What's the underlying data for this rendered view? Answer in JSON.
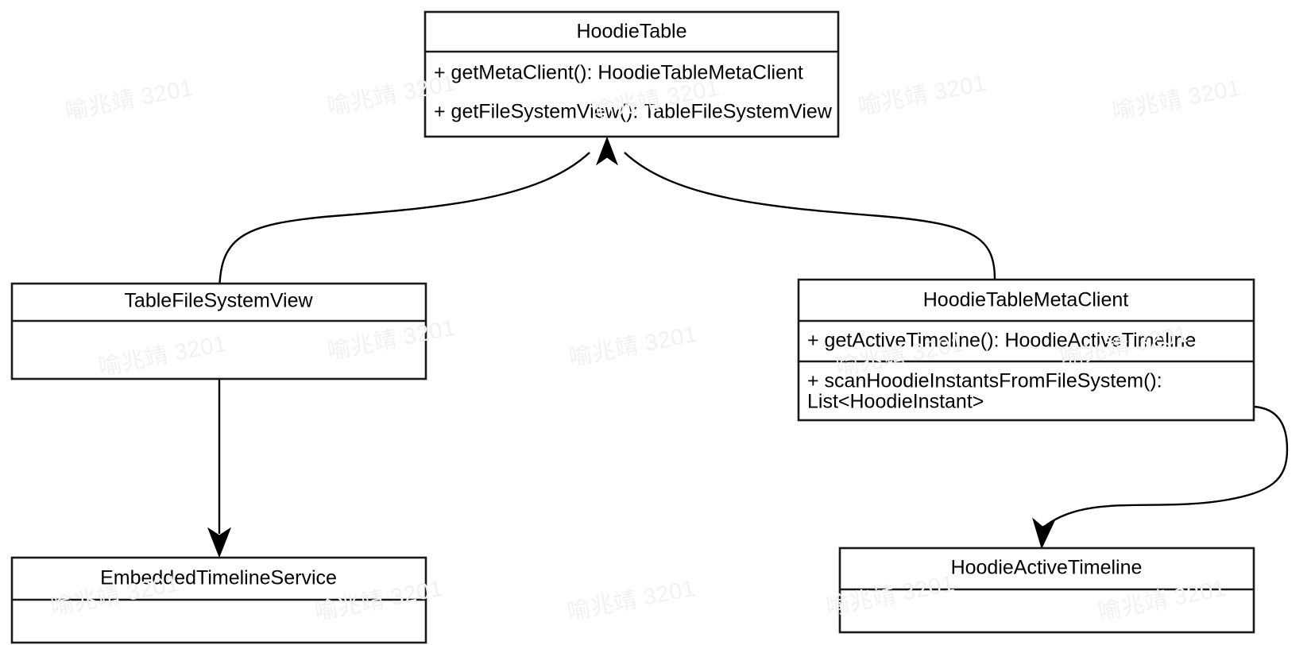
{
  "diagram": {
    "type": "uml-class-diagram",
    "background_color": "#ffffff",
    "line_color": "#000000",
    "text_color": "#000000"
  },
  "watermark": {
    "text": "喻兆靖 3201",
    "color": "#f1f2ef"
  },
  "classes": {
    "hoodie_table": {
      "name": "HoodieTable",
      "methods": [
        "+ getMetaClient(): HoodieTableMetaClient",
        "+ getFileSystemView(): TableFileSystemView"
      ]
    },
    "table_file_system_view": {
      "name": "TableFileSystemView",
      "methods": []
    },
    "hoodie_table_meta_client": {
      "name": "HoodieTableMetaClient",
      "methods": [
        "+ getActiveTimeline(): HoodieActiveTimeline",
        "+ scanHoodieInstantsFromFileSystem():",
        "List<HoodieInstant>"
      ]
    },
    "embedded_timeline_service": {
      "name": "EmbeddedTimelineService",
      "methods": []
    },
    "hoodie_active_timeline": {
      "name": "HoodieActiveTimeline",
      "methods": []
    }
  },
  "relationships": [
    {
      "name": "tablefilesystemview-to-hoodietable",
      "from": "TableFileSystemView",
      "to": "HoodieTable",
      "style": "curved",
      "arrow": "filled-triangle"
    },
    {
      "name": "hoodietablemetaclient-to-hoodietable",
      "from": "HoodieTableMetaClient",
      "to": "HoodieTable",
      "style": "curved",
      "arrow": "filled-triangle"
    },
    {
      "name": "tablefilesystemview-to-embeddedtimelineservice",
      "from": "TableFileSystemView",
      "to": "EmbeddedTimelineService",
      "style": "straight",
      "arrow": "filled-triangle"
    },
    {
      "name": "hoodietablemetaclient-to-hoodieactivetimeline",
      "from": "HoodieTableMetaClient",
      "to": "HoodieActiveTimeline",
      "style": "curved",
      "arrow": "filled-triangle"
    }
  ]
}
